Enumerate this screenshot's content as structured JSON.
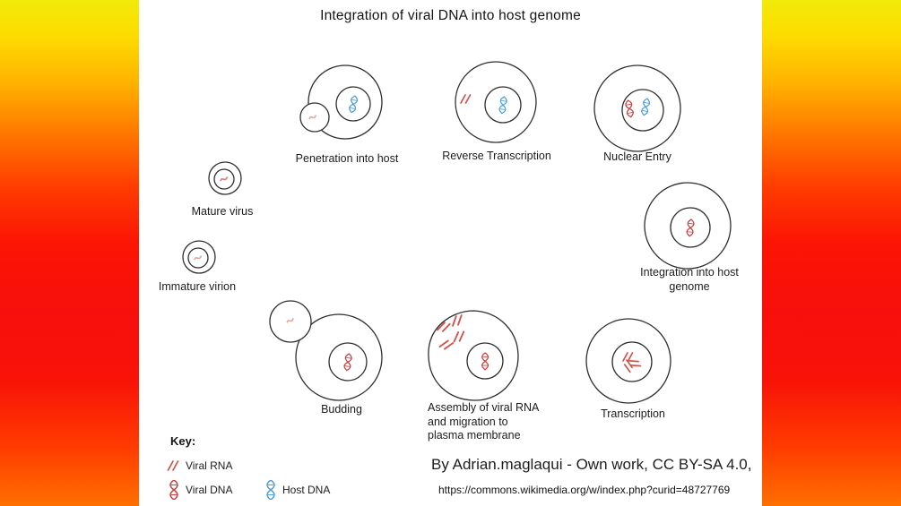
{
  "title": "Integration of viral DNA into host genome",
  "diagram": {
    "steps": [
      {
        "label": "Penetration into host"
      },
      {
        "label": "Reverse Transcription"
      },
      {
        "label": "Nuclear Entry"
      },
      {
        "label": "Mature virus"
      },
      {
        "label": "Immature virion"
      },
      {
        "label": "Integration into host genome"
      },
      {
        "label": "Budding"
      },
      {
        "label": "Assembly of viral RNA and migration to plasma membrane"
      },
      {
        "label": "Transcription"
      }
    ]
  },
  "key": {
    "heading": "Key:",
    "items": [
      {
        "label": "Viral RNA",
        "symbol": "viral-rna-icon",
        "color": "#d65248"
      },
      {
        "label": "Viral DNA",
        "symbol": "viral-dna-icon",
        "color": "#cf3e3e"
      },
      {
        "label": "Host DNA",
        "symbol": "host-dna-icon",
        "color": "#4f9fd9"
      }
    ]
  },
  "attribution": {
    "credit": "By Adrian.maglaqui - Own work, CC BY-SA 4.0,",
    "url": "https://commons.wikimedia.org/w/index.php?curid=48727769"
  },
  "colors": {
    "viral_rna": "#d65248",
    "viral_dna": "#cf3e3e",
    "host_dna": "#4f9fd9",
    "cell_outline": "#2f2f2f",
    "gradient_top": "#f2ea0a",
    "gradient_middle": "#f70f0c",
    "gradient_bottom": "#ff6f00"
  }
}
